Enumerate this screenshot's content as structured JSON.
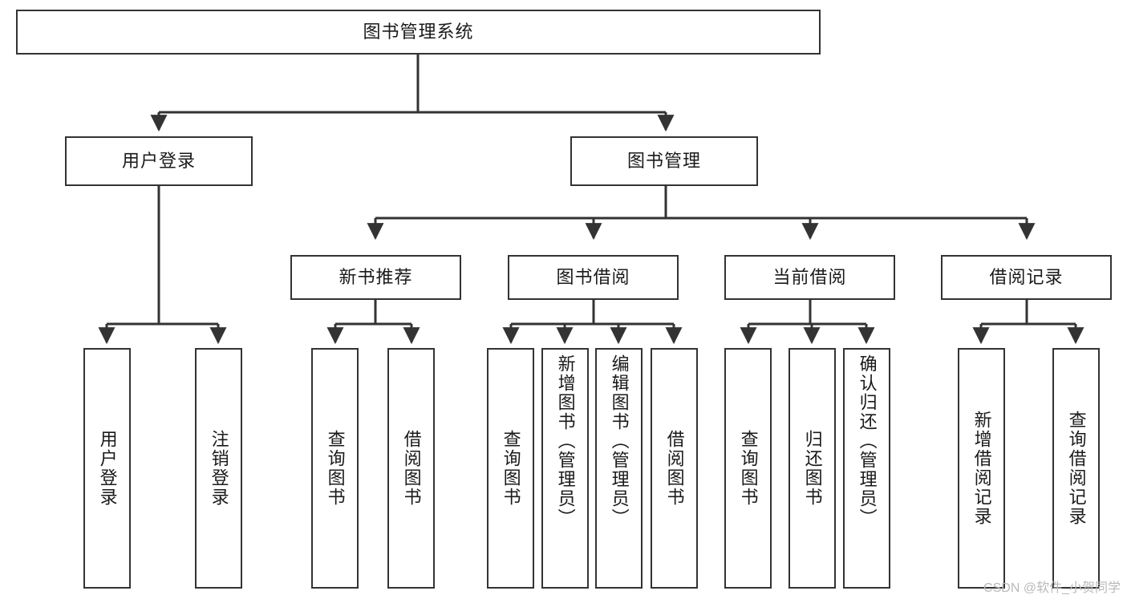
{
  "diagram": {
    "title": "图书管理系统",
    "root": {
      "id": "root",
      "label": "图书管理系统"
    },
    "level1": [
      {
        "id": "user-login",
        "label": "用户登录"
      },
      {
        "id": "book-manage",
        "label": "图书管理"
      }
    ],
    "level2": [
      {
        "id": "new-book-recommend",
        "label": "新书推荐",
        "parent": "book-manage"
      },
      {
        "id": "book-borrow",
        "label": "图书借阅",
        "parent": "book-manage"
      },
      {
        "id": "current-borrow",
        "label": "当前借阅",
        "parent": "book-manage"
      },
      {
        "id": "borrow-record",
        "label": "借阅记录",
        "parent": "book-manage"
      }
    ],
    "leaves": [
      {
        "id": "leaf-user-login",
        "label": "用户登录",
        "parent": "user-login"
      },
      {
        "id": "leaf-logout-login",
        "label": "注销登录",
        "parent": "user-login"
      },
      {
        "id": "leaf-query-book-1",
        "label": "查询图书",
        "parent": "new-book-recommend"
      },
      {
        "id": "leaf-borrow-book-1",
        "label": "借阅图书",
        "parent": "new-book-recommend"
      },
      {
        "id": "leaf-query-book-2",
        "label": "查询图书",
        "parent": "book-borrow"
      },
      {
        "id": "leaf-add-book",
        "label": "新增图书（管理员）",
        "parent": "book-borrow"
      },
      {
        "id": "leaf-edit-book",
        "label": "编辑图书（管理员）",
        "parent": "book-borrow"
      },
      {
        "id": "leaf-borrow-book-2",
        "label": "借阅图书",
        "parent": "book-borrow"
      },
      {
        "id": "leaf-query-book-3",
        "label": "查询图书",
        "parent": "current-borrow"
      },
      {
        "id": "leaf-return-book",
        "label": "归还图书",
        "parent": "current-borrow"
      },
      {
        "id": "leaf-confirm-return",
        "label": "确认归还（管理员）",
        "parent": "current-borrow"
      },
      {
        "id": "leaf-add-record",
        "label": "新增借阅记录",
        "parent": "borrow-record"
      },
      {
        "id": "leaf-query-record",
        "label": "查询借阅记录",
        "parent": "borrow-record"
      }
    ],
    "colors": {
      "stroke": "#333333",
      "box_fill": "#ffffff",
      "text": "#1a1a1a",
      "watermark": "#b9b9b9"
    }
  },
  "watermark": {
    "text": "CSDN @软件_小贺同学"
  }
}
